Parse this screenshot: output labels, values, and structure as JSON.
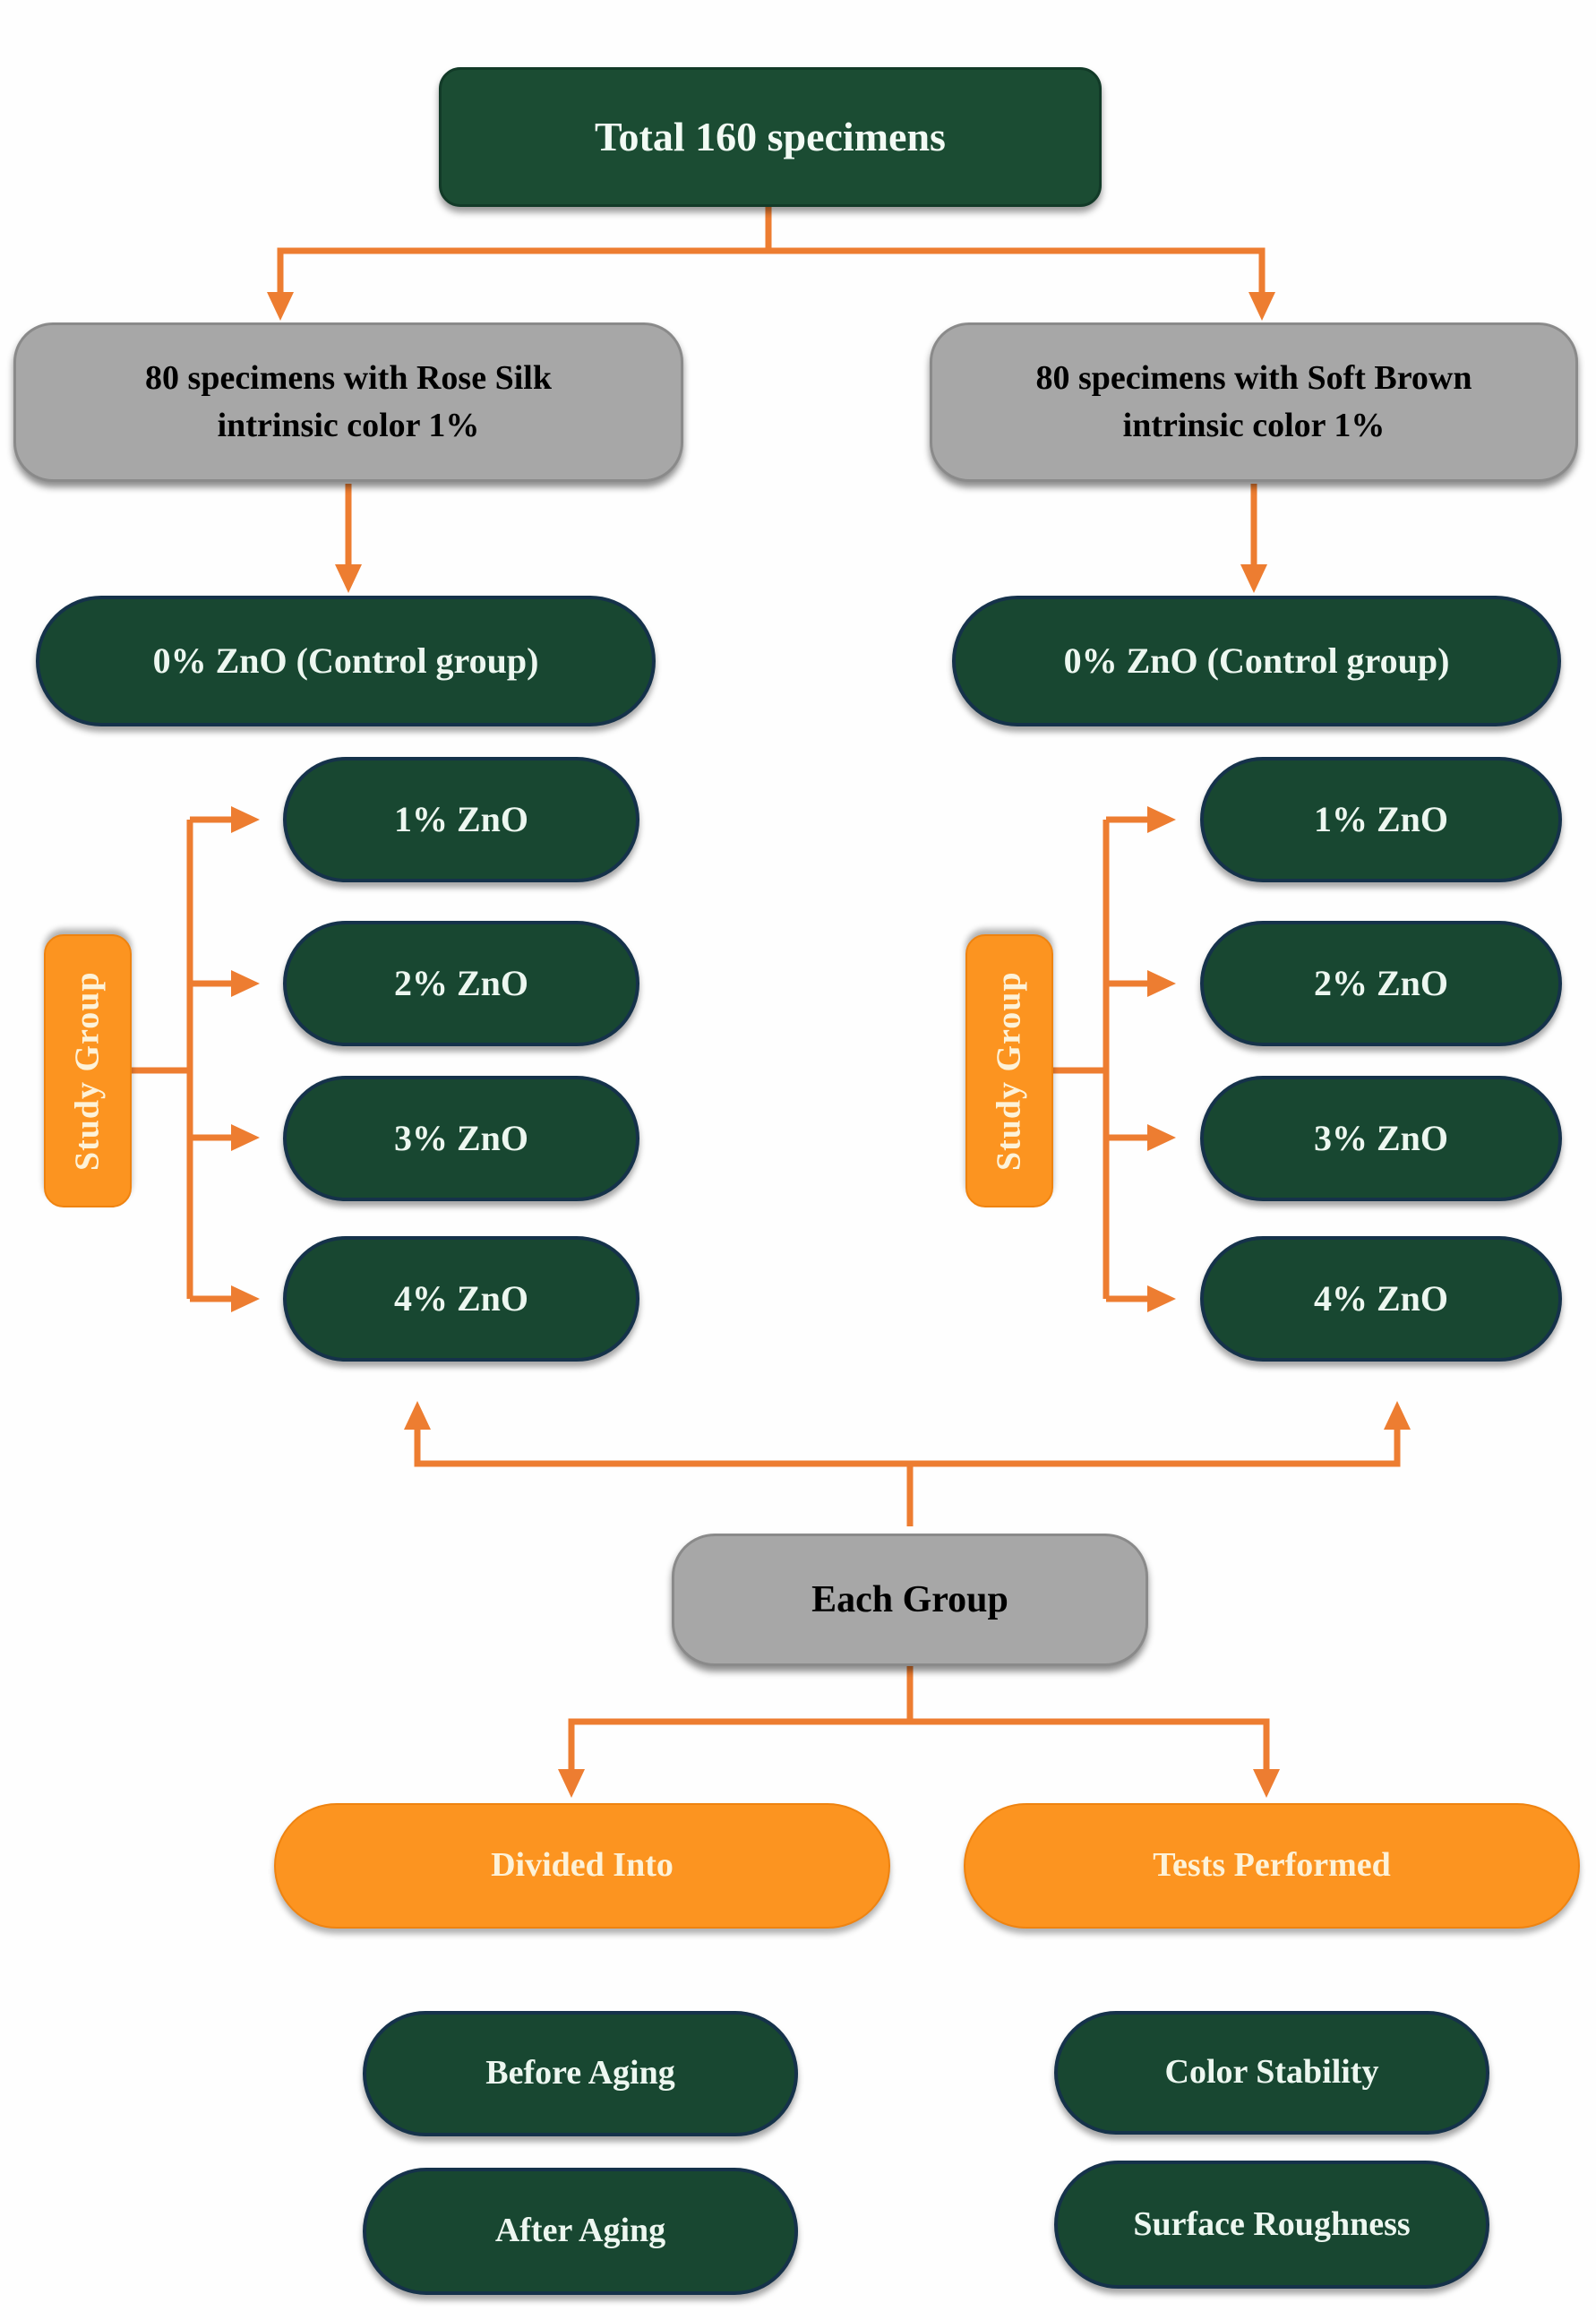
{
  "title": "Total 160 specimens",
  "branches": {
    "left": {
      "header": "80 specimens with Rose Silk\nintrinsic color 1%",
      "control": "0% ZnO (Control group)",
      "study_label": "Study Group",
      "groups": [
        "1% ZnO",
        "2% ZnO",
        "3% ZnO",
        "4% ZnO"
      ]
    },
    "right": {
      "header": "80 specimens with Soft Brown\nintrinsic color 1%",
      "control": "0% ZnO (Control group)",
      "study_label": "Study Group",
      "groups": [
        "1% ZnO",
        "2% ZnO",
        "3% ZnO",
        "4% ZnO"
      ]
    }
  },
  "each_group": "Each Group",
  "bottom": {
    "divided": {
      "label": "Divided Into",
      "items": [
        "Before Aging",
        "After Aging"
      ]
    },
    "tests": {
      "label": "Tests Performed",
      "items": [
        "Color Stability",
        "Surface Roughness"
      ]
    }
  },
  "colors": {
    "dark_green": "#184731",
    "node_orange": "#fc9420",
    "connector_orange": "#ed7d31",
    "gray": "#a7a7a7",
    "pill_border_navy": "#15324a"
  }
}
